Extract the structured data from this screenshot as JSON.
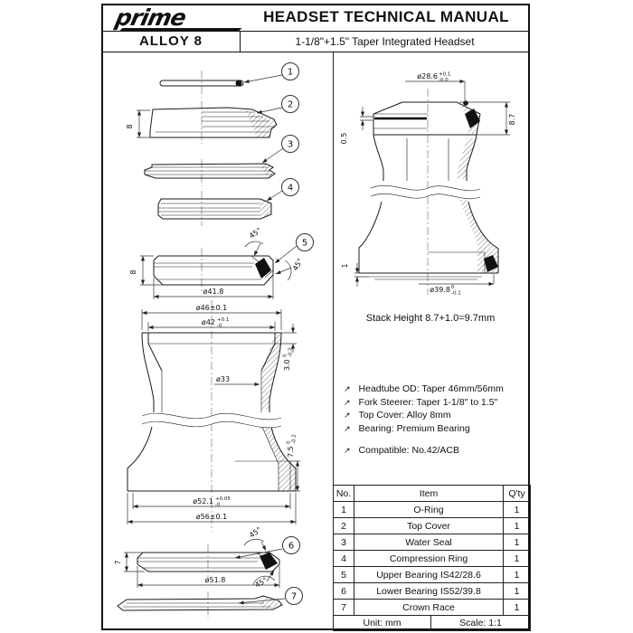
{
  "header": {
    "logo": "prime",
    "title": "HEADSET TECHNICAL MANUAL",
    "model": "ALLOY 8",
    "subtitle": "1-1/8\"+1.5\" Taper Integrated Headset"
  },
  "callouts": [
    "1",
    "2",
    "3",
    "4",
    "5",
    "6",
    "7"
  ],
  "dims": {
    "h8": "8",
    "h7": "7",
    "deg45": "45°",
    "od418": "ø41.8",
    "od46": "ø46±0.1",
    "od33": "ø33",
    "od56": "ø56±0.1",
    "od518": "ø51.8",
    "d87": "8.7",
    "d05": "0.5",
    "d1": "1",
    "od42": {
      "main": "ø42",
      "sup": "+0.1",
      "sub": "-0"
    },
    "od521": {
      "main": "ø52.1",
      "sup": "+0.05",
      "sub": "-0"
    },
    "d30": {
      "main": "3.0",
      "sup": "0",
      "sub": "-0.2"
    },
    "d75": {
      "main": "7.5",
      "sup": "0",
      "sub": "-0.2"
    },
    "od286": {
      "main": "ø28.6",
      "sup": "+0.1",
      "sub": "-0.0"
    },
    "od398": {
      "main": "ø39.8",
      "sup": "0",
      "sub": "-0.1"
    }
  },
  "stack_height": "Stack Height 8.7+1.0=9.7mm",
  "specs": {
    "bullet": "↗",
    "items": [
      "Headtube OD: Taper 46mm/56mm",
      "Fork Steerer: Taper 1-1/8\" to 1.5\"",
      "Top Cover: Alloy 8mm",
      "Bearing: Premium Bearing"
    ],
    "compatible": "Compatible: No.42/ACB"
  },
  "table": {
    "headers": [
      "No.",
      "Item",
      "Q'ty"
    ],
    "rows": [
      [
        "1",
        "O-Ring",
        "1"
      ],
      [
        "2",
        "Top Cover",
        "1"
      ],
      [
        "3",
        "Water Seal",
        "1"
      ],
      [
        "4",
        "Compression Ring",
        "1"
      ],
      [
        "5",
        "Upper Bearing IS42/28.6",
        "1"
      ],
      [
        "6",
        "Lower Bearing IS52/39.8",
        "1"
      ],
      [
        "7",
        "Crown Race",
        "1"
      ]
    ]
  },
  "footer": {
    "unit": "Unit: mm",
    "scale": "Scale: 1:1"
  }
}
